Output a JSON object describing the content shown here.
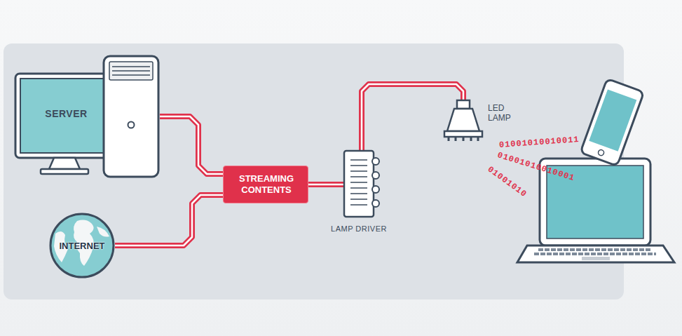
{
  "diagram": {
    "nodes": [
      {
        "text": [
          "SERVER"
        ]
      },
      {
        "text": [
          "INTERNET"
        ]
      },
      {
        "text": [
          "STREAMING CONTENTS"
        ]
      },
      {
        "text": [
          "LAMP DRIVER"
        ]
      },
      {
        "text": [
          "LED LAMP"
        ]
      }
    ],
    "edges": [
      {
        "from": 0,
        "to": 2,
        "arrow": "none"
      },
      {
        "from": 1,
        "to": 2,
        "arrow": "none"
      },
      {
        "from": 2,
        "to": 3,
        "arrow": "none"
      },
      {
        "from": 3,
        "to": 4,
        "arrow": "none"
      }
    ],
    "labels": [
      "01001010010011",
      "01001010010001",
      "01001010"
    ]
  }
}
